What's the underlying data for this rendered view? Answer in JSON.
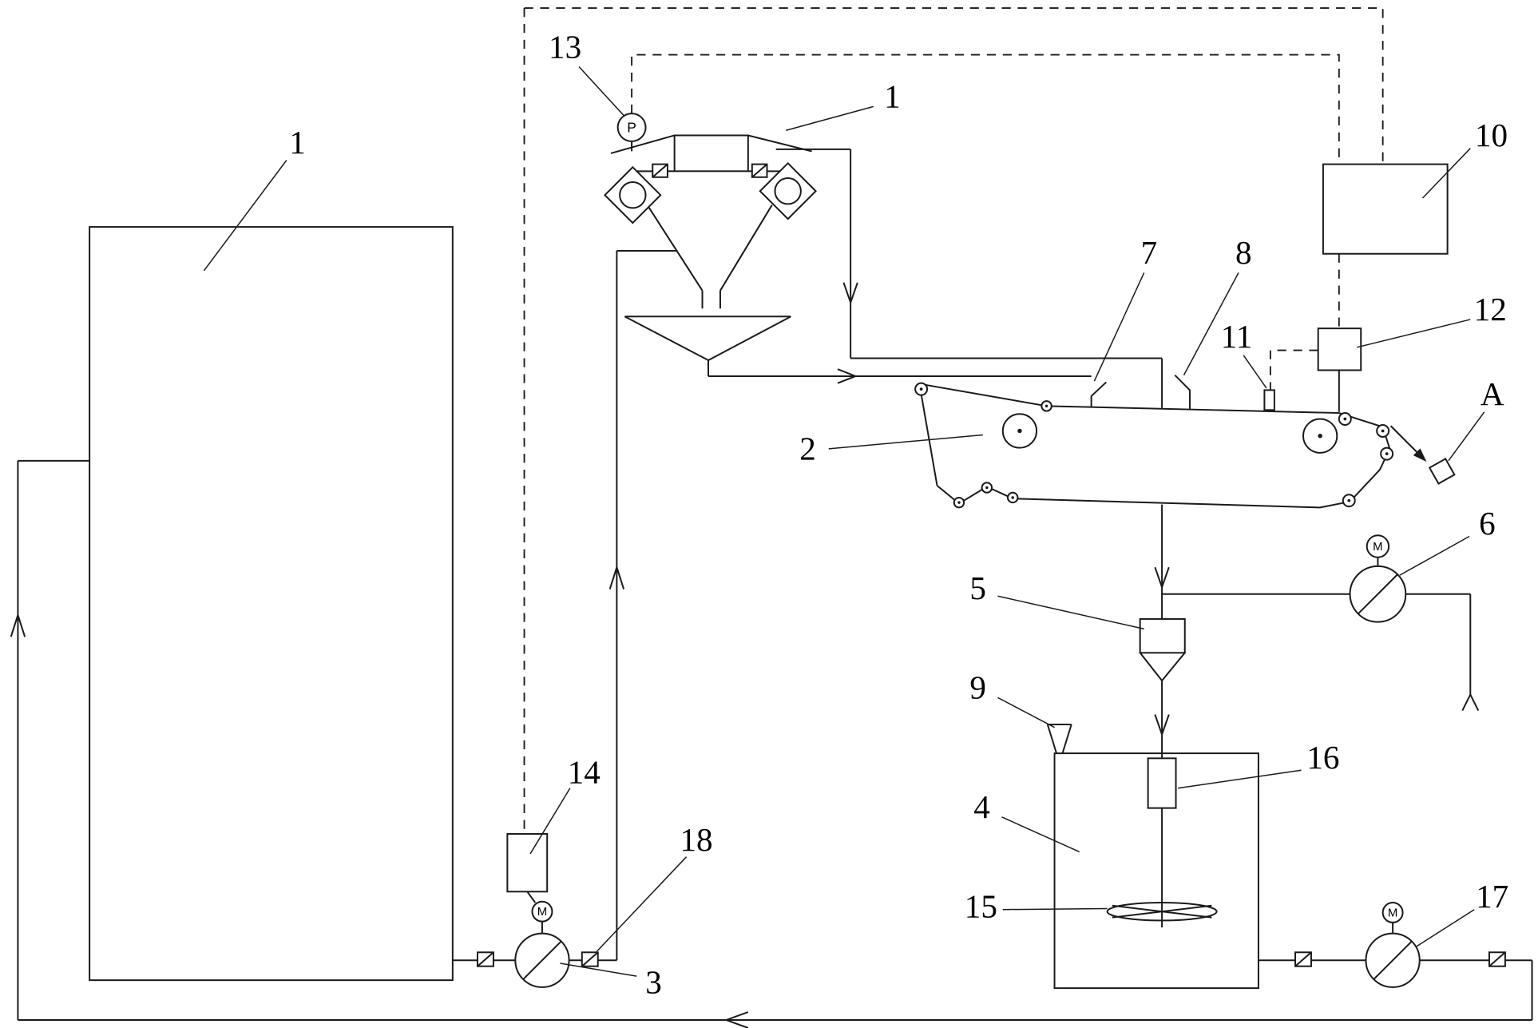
{
  "colors": {
    "background": "#ffffff",
    "line": "#1a1a1a",
    "label": "#000000"
  },
  "labels": {
    "storage_tank": "1",
    "roller_mill": "1",
    "belt_conveyor": "2",
    "feed_pump": "3",
    "mixing_tank": "4",
    "cyclone_hopper": "5",
    "exhaust_fan": "6",
    "chute_left": "7",
    "chute_right": "8",
    "feed_funnel": "9",
    "control_unit": "10",
    "sensor_probe": "11",
    "instrument_box": "12",
    "pressure_gauge": "13",
    "inline_device": "14",
    "agitator_impeller": "15",
    "inlet_fitting": "16",
    "discharge_pump": "17",
    "valve_18": "18",
    "sampling_point": "A"
  },
  "glyphs": {
    "pressure": "P",
    "motor": "M"
  }
}
